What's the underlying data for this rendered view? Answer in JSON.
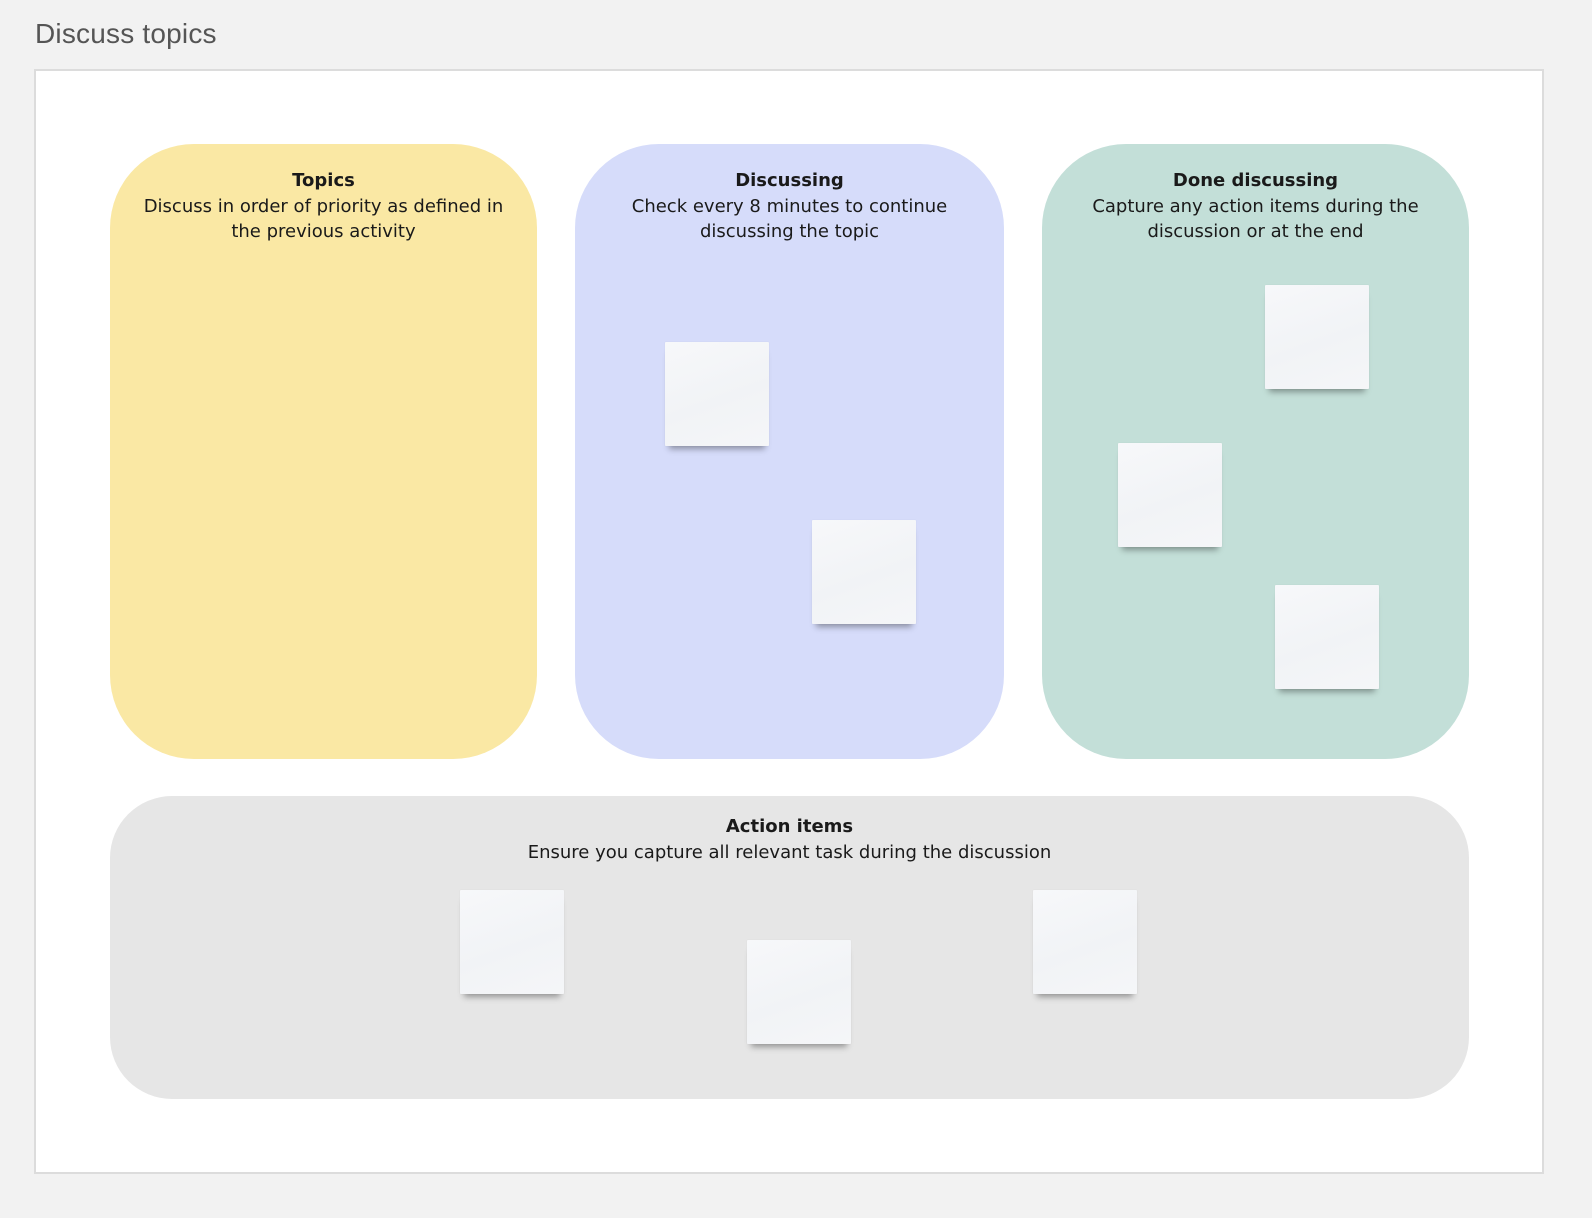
{
  "board": {
    "title": "Discuss topics"
  },
  "zones": {
    "topics": {
      "title": "Topics",
      "description": "Discuss in order of priority as defined in the previous activity",
      "color": "#fae8a4"
    },
    "discussing": {
      "title": "Discussing",
      "description": "Check every 8 minutes to continue discussing the topic",
      "color": "#d6dcfa"
    },
    "done": {
      "title": "Done discussing",
      "description": "Capture any action items during the discussion or at the end",
      "color": "#c3dfd8"
    },
    "actions": {
      "title": "Action items",
      "description": "Ensure you capture all relevant task during the discussion",
      "color": "#e6e6e6"
    }
  }
}
